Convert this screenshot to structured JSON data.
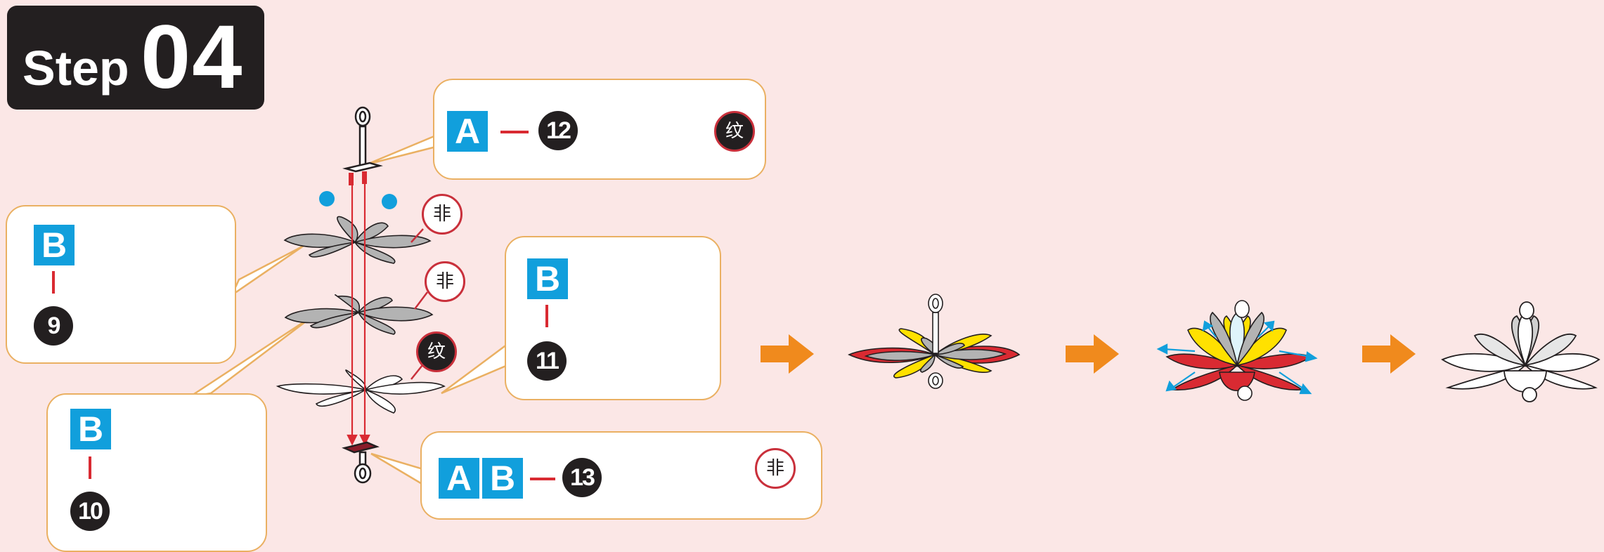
{
  "step": {
    "word": "Step",
    "number": "04"
  },
  "callouts": {
    "a12": {
      "tag": "A",
      "num": "12",
      "mark": "纹"
    },
    "b9": {
      "tag": "B",
      "num": "9"
    },
    "b10": {
      "tag": "B",
      "num": "10"
    },
    "b11": {
      "tag": "B",
      "num": "11"
    },
    "ab13": {
      "tag1": "A",
      "tag2": "B",
      "num": "13",
      "mark": "非"
    }
  },
  "assembly_marks": {
    "layer1": "非",
    "layer2": "非",
    "layer3": "纹"
  },
  "colors": {
    "background": "#fbe7e6",
    "accent_blue": "#119fdc",
    "arrow_orange": "#f08a1d",
    "line_red": "#d92a32",
    "callout_border": "#eab062",
    "petal_gray": "#b3b3b3",
    "petal_yellow": "#ffe100",
    "petal_red": "#e02020",
    "stem_green": "#14843e"
  }
}
